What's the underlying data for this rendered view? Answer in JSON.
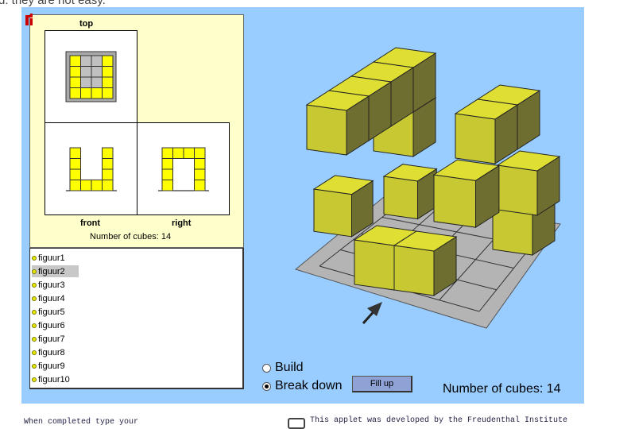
{
  "page": {
    "top_text": "d: they are not easy.",
    "bottom_left_text": "When completed type your",
    "bottom_right_text": "This applet was developed by the Freudenthal Institute"
  },
  "views": {
    "top_label": "top",
    "front_label": "front",
    "right_label": "right",
    "cube_count_label": "Number of cubes: 14",
    "top_grid": [
      [
        1,
        0,
        0,
        1
      ],
      [
        1,
        0,
        0,
        1
      ],
      [
        1,
        0,
        0,
        1
      ],
      [
        1,
        1,
        1,
        1
      ]
    ],
    "front_heights": [
      4,
      1,
      1,
      4
    ],
    "right_grid": [
      [
        1,
        1,
        1,
        1
      ],
      [
        1,
        0,
        0,
        1
      ],
      [
        1,
        0,
        0,
        1
      ],
      [
        1,
        0,
        0,
        1
      ]
    ]
  },
  "figures": {
    "selected_index": 1,
    "items": [
      "figuur1",
      "figuur2",
      "figuur3",
      "figuur4",
      "figuur5",
      "figuur6",
      "figuur7",
      "figuur8",
      "figuur9",
      "figuur10"
    ]
  },
  "controls": {
    "mode_build": "Build",
    "mode_break_down": "Break down",
    "selected_mode": "break_down",
    "fill_up_button": "Fill up",
    "cube_count": "Number of cubes: 14"
  },
  "colors": {
    "applet_bg": "#99ccff",
    "panel_bg": "#ffffcc",
    "cube_yellow": "#ffff00",
    "cube_top": "#dede33",
    "cube_front": "#c8c832",
    "cube_side": "#6e6e30",
    "plate": "#b4b4b4"
  }
}
